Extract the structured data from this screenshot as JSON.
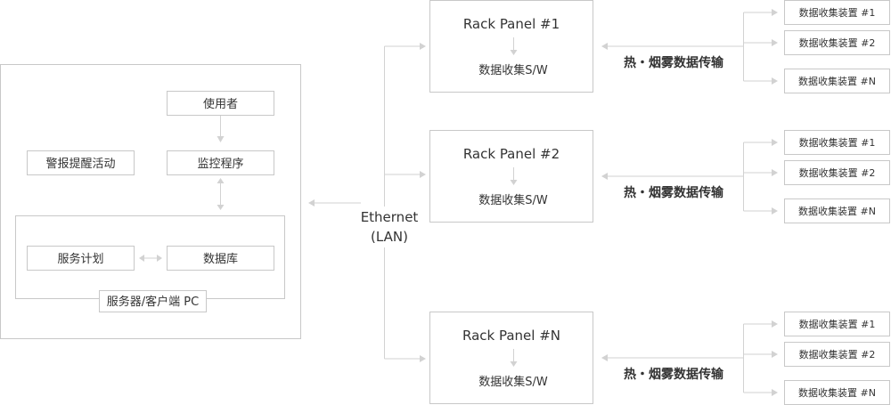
{
  "left": {
    "user": "使用者",
    "monitor": "监控程序",
    "alarm": "警报提醒活动",
    "service_plan": "服务计划",
    "database": "数据库",
    "server_label": "服务器/客户端 PC"
  },
  "network": {
    "line1": "Ethernet",
    "line2": "(LAN)"
  },
  "racks": [
    {
      "title": "Rack Panel #1",
      "sw": "数据收集S/W",
      "transfer": "热・烟雾数据传输",
      "devices": [
        "数据收集装置 #1",
        "数据收集装置 #2",
        "数据收集装置 #N"
      ]
    },
    {
      "title": "Rack Panel #2",
      "sw": "数据收集S/W",
      "transfer": "热・烟雾数据传输",
      "devices": [
        "数据收集装置 #1",
        "数据收集装置 #2",
        "数据收集装置 #N"
      ]
    },
    {
      "title": "Rack Panel #N",
      "sw": "数据收集S/W",
      "transfer": "热・烟雾数据传输",
      "devices": [
        "数据收集装置 #1",
        "数据收集装置 #2",
        "数据收集装置 #N"
      ]
    }
  ]
}
